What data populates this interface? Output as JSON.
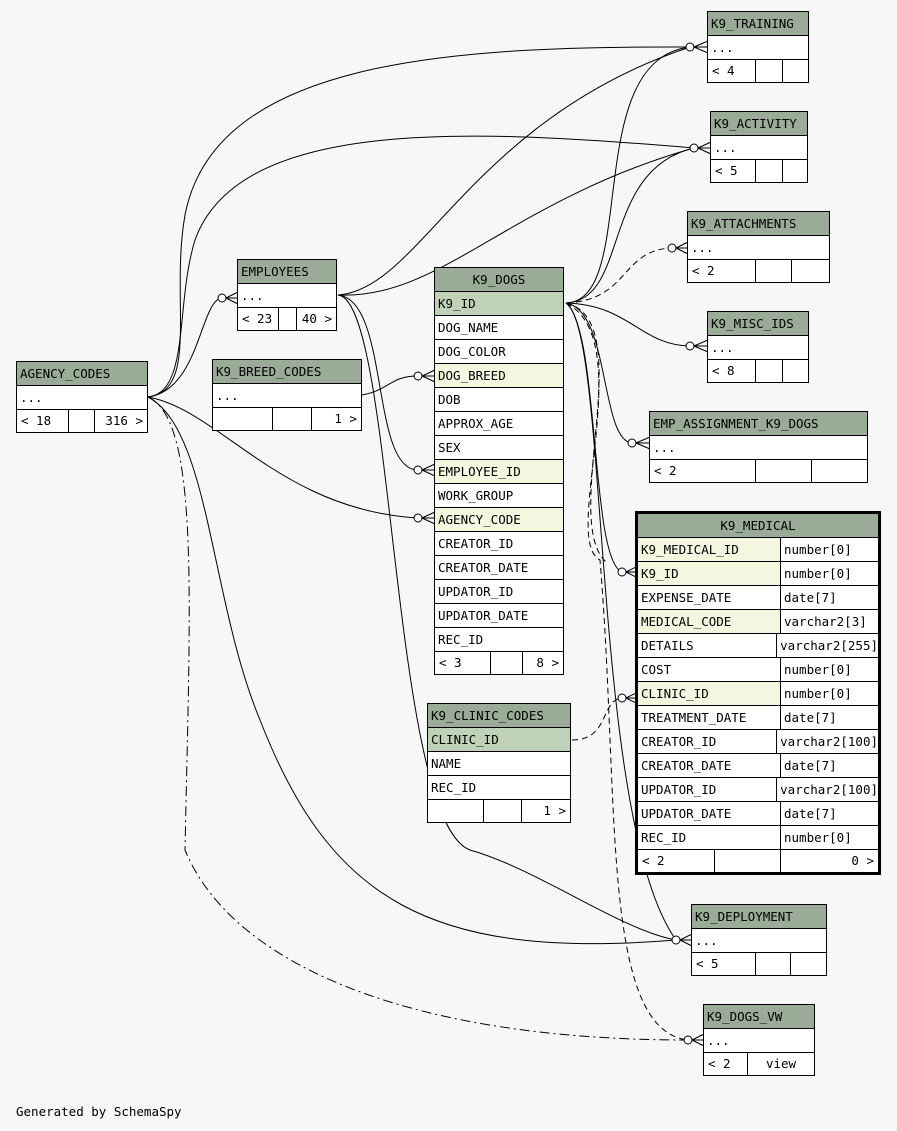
{
  "tables": {
    "k9_training": {
      "name": "K9_TRAINING",
      "rows": [
        "..."
      ],
      "footer": [
        "< 4",
        "",
        ""
      ]
    },
    "k9_activity": {
      "name": "K9_ACTIVITY",
      "rows": [
        "..."
      ],
      "footer": [
        "< 5",
        "",
        ""
      ]
    },
    "k9_attachments": {
      "name": "K9_ATTACHMENTS",
      "rows": [
        "..."
      ],
      "footer": [
        "< 2",
        "",
        ""
      ]
    },
    "k9_misc_ids": {
      "name": "K9_MISC_IDS",
      "rows": [
        "..."
      ],
      "footer": [
        "< 8",
        "",
        ""
      ]
    },
    "emp_assignment": {
      "name": "EMP_ASSIGNMENT_K9_DOGS",
      "rows": [
        "..."
      ],
      "footer": [
        "< 2",
        "",
        ""
      ]
    },
    "employees": {
      "name": "EMPLOYEES",
      "rows": [
        "..."
      ],
      "footer": [
        "< 23",
        "",
        "40 >"
      ]
    },
    "k9_breed_codes": {
      "name": "K9_BREED_CODES",
      "rows": [
        "..."
      ],
      "footer": [
        "",
        "",
        "1 >"
      ]
    },
    "agency_codes": {
      "name": "AGENCY_CODES",
      "rows": [
        "..."
      ],
      "footer": [
        "< 18",
        "",
        "316 >"
      ]
    },
    "k9_dogs": {
      "name": "K9_DOGS",
      "rows": [
        "K9_ID",
        "DOG_NAME",
        "DOG_COLOR",
        "DOG_BREED",
        "DOB",
        "APPROX_AGE",
        "SEX",
        "EMPLOYEE_ID",
        "WORK_GROUP",
        "AGENCY_CODE",
        "CREATOR_ID",
        "CREATOR_DATE",
        "UPDATOR_ID",
        "UPDATOR_DATE",
        "REC_ID"
      ],
      "footer": [
        "< 3",
        "",
        "8 >"
      ]
    },
    "k9_clinic_codes": {
      "name": "K9_CLINIC_CODES",
      "rows": [
        "CLINIC_ID",
        "NAME",
        "REC_ID"
      ],
      "footer": [
        "",
        "",
        "1 >"
      ]
    },
    "k9_medical": {
      "name": "K9_MEDICAL",
      "columns": [
        {
          "name": "K9_MEDICAL_ID",
          "type": "number[0]"
        },
        {
          "name": "K9_ID",
          "type": "number[0]"
        },
        {
          "name": "EXPENSE_DATE",
          "type": "date[7]"
        },
        {
          "name": "MEDICAL_CODE",
          "type": "varchar2[3]"
        },
        {
          "name": "DETAILS",
          "type": "varchar2[255]"
        },
        {
          "name": "COST",
          "type": "number[0]"
        },
        {
          "name": "CLINIC_ID",
          "type": "number[0]"
        },
        {
          "name": "TREATMENT_DATE",
          "type": "date[7]"
        },
        {
          "name": "CREATOR_ID",
          "type": "varchar2[100]"
        },
        {
          "name": "CREATOR_DATE",
          "type": "date[7]"
        },
        {
          "name": "UPDATOR_ID",
          "type": "varchar2[100]"
        },
        {
          "name": "UPDATOR_DATE",
          "type": "date[7]"
        },
        {
          "name": "REC_ID",
          "type": "number[0]"
        }
      ],
      "footer": [
        "< 2",
        "",
        "0 >"
      ]
    },
    "k9_deployment": {
      "name": "K9_DEPLOYMENT",
      "rows": [
        "..."
      ],
      "footer": [
        "< 5",
        "",
        ""
      ]
    },
    "k9_dogs_vw": {
      "name": "K9_DOGS_VW",
      "rows": [
        "..."
      ],
      "footer": [
        "< 2",
        "view"
      ]
    }
  },
  "footer_note": "Generated by SchemaSpy",
  "colors": {
    "header": "#9aac97",
    "pk_row": "#bfd2b8",
    "fk_row": "#f4f6df",
    "background": "#f7f7f7"
  }
}
